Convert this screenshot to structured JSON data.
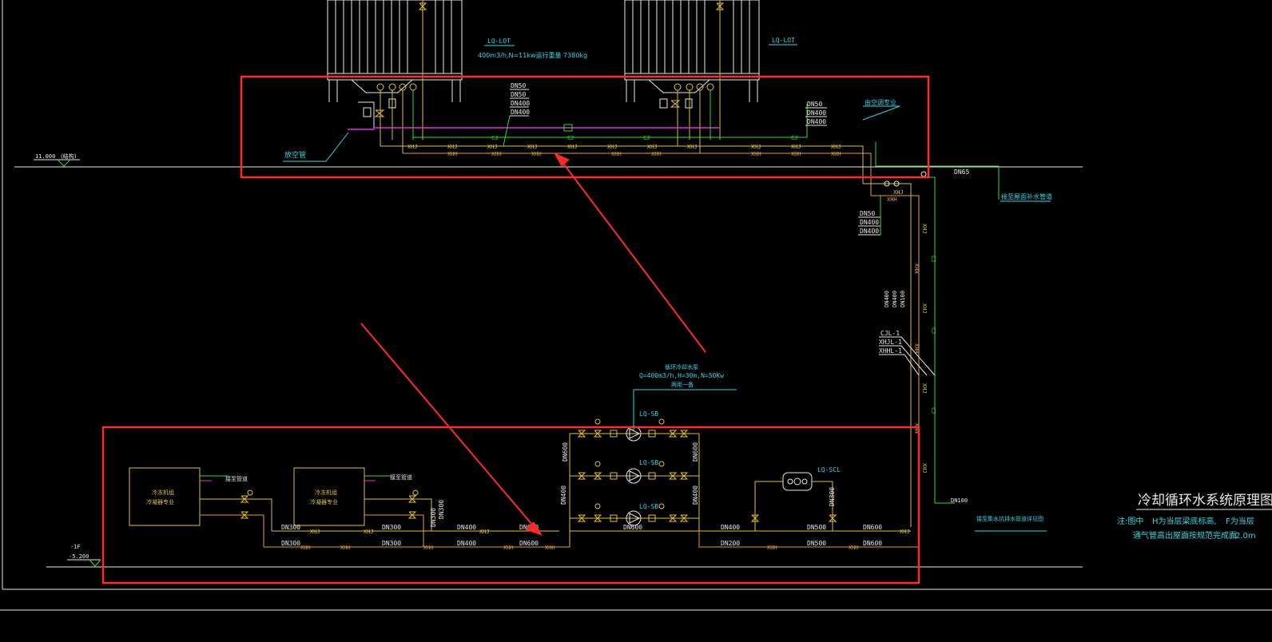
{
  "colors": {
    "background": "#000000",
    "frame": "#e8e8e8",
    "supply": "#e0c040",
    "return": "#e0a030",
    "green": "#33dd33",
    "magenta": "#dd33dd",
    "cyan": "#33d6e6",
    "white": "#ffffff",
    "highlight": "#ff2a2a"
  },
  "tower_labels": {
    "left": "LQ-LOT",
    "right": "LQ-LOT"
  },
  "tower_spec": "400m3/h,N=11kw运行重量 7380kg",
  "elevation": {
    "top_value": "11.000",
    "top_note": "(结构)",
    "bottom_mark": "-1F",
    "bottom_value": "-5.200"
  },
  "vent_pipe_label": "放空管",
  "pipe_sizes": {
    "top_mid": [
      "DN50",
      "DN50",
      "DN400",
      "DN400"
    ],
    "top_right": [
      "DN50",
      "DN400",
      "DN400"
    ],
    "riser_left": [
      "DN50",
      "DN400",
      "DN400"
    ],
    "riser_vertical": [
      "DN400",
      "DN400",
      "DN100"
    ],
    "dn65": "DN65",
    "dn100": "DN100"
  },
  "pipe_codes": {
    "supply": "XHJ",
    "return": "XHH",
    "makeup": "CJ"
  },
  "riser_tags": [
    "CJL-1",
    "XHJL-1",
    "XHHL-1"
  ],
  "right_top_note_1": "由空调专业",
  "right_top_note_2": "接至屋面补水管道",
  "pump_title": "循环冷却水泵",
  "pump_spec": "Q=400m3/h,H=30m,N=50Kw",
  "pump_note": "两用一备",
  "pump_labels": [
    "LQ-SB",
    "LQ-SB",
    "LQ-SB"
  ],
  "filter_label": "LQ-SCL",
  "equipment": {
    "left": [
      "冷冻机组",
      "冷凝器专业"
    ],
    "right": [
      "冷冻机组",
      "冷凝器专业"
    ]
  },
  "pipe_tags_small": [
    "接至管道",
    "接至管道"
  ],
  "bottom_sizes": {
    "supply_row": [
      "DN300",
      "DN300",
      "DN400",
      "DN600",
      "DN600",
      "DN400",
      "DN500",
      "DN600"
    ],
    "return_row": [
      "DN300",
      "DN300",
      "DN400",
      "DN600",
      "DN200",
      "DN500",
      "DN600"
    ],
    "vertical": [
      "DN300",
      "DN300",
      "DN600",
      "DN400",
      "DN600",
      "DN400",
      "DN300"
    ]
  },
  "bottom_right_note": "接至集水坑排水管道详见图",
  "title": "冷却循环水系统原理图",
  "notes": {
    "line1_a": "注:图中",
    "line1_b": "H为当层梁底标高,",
    "line1_c": "F为当层",
    "line2_a": "通气管高出屋面按规范完成面",
    "line2_b": "2.0m"
  }
}
